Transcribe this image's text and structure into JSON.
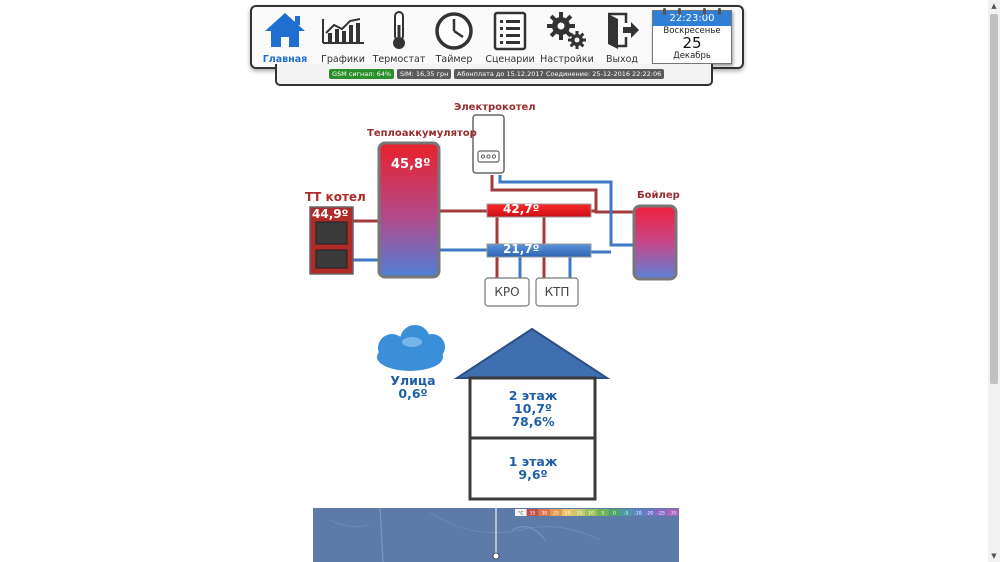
{
  "nav": {
    "items": [
      {
        "label": "Главная",
        "icon": "home-icon",
        "active": true
      },
      {
        "label": "Графики",
        "icon": "chart-icon"
      },
      {
        "label": "Термостат",
        "icon": "thermometer-icon"
      },
      {
        "label": "Таймер",
        "icon": "clock-icon"
      },
      {
        "label": "Сценарии",
        "icon": "list-icon"
      },
      {
        "label": "Настройки",
        "icon": "gears-icon"
      },
      {
        "label": "Выход",
        "icon": "exit-icon"
      }
    ],
    "active_color": "#1f6fd0"
  },
  "clock": {
    "time": "22:23:00",
    "weekday": "Воскресенье",
    "day": "25",
    "month": "Декабрь"
  },
  "status": {
    "gsm": "GSM сигнал: 64%",
    "sim": "SIM: 16,35 грн",
    "subscription": "Абонплата до 15.12.2017",
    "connection": "Соединение: 25-12-2016 22:22:06",
    "gsm_color": "#2a8f2a",
    "neutral_color": "#5a5a5a"
  },
  "diagram": {
    "boiler_label": "ТТ котел",
    "boiler_temp": "44,9º",
    "accumulator_label": "Теплоаккумулятор",
    "accumulator_temp": "45,8º",
    "electric_label": "Электрокотел",
    "hot_collector_temp": "42,7º",
    "cold_collector_temp": "21,7º",
    "water_heater_label": "Бойлер",
    "kro_label": "КРО",
    "ktp_label": "КТП",
    "hot_color": "#e8212b",
    "cold_color": "#3d79c4"
  },
  "weather": {
    "label": "Улица",
    "temp": "0,6º"
  },
  "house": {
    "floor2": {
      "name": "2 этаж",
      "temp": "10,7º",
      "humidity": "78,6%"
    },
    "floor1": {
      "name": "1 этаж",
      "temp": "9,6º"
    }
  },
  "map": {
    "legend": [
      "°C",
      "35",
      "30",
      "25",
      "20",
      "15",
      "10",
      "5",
      "0",
      "-5",
      "-10",
      "-20",
      "-25",
      "-35"
    ]
  }
}
